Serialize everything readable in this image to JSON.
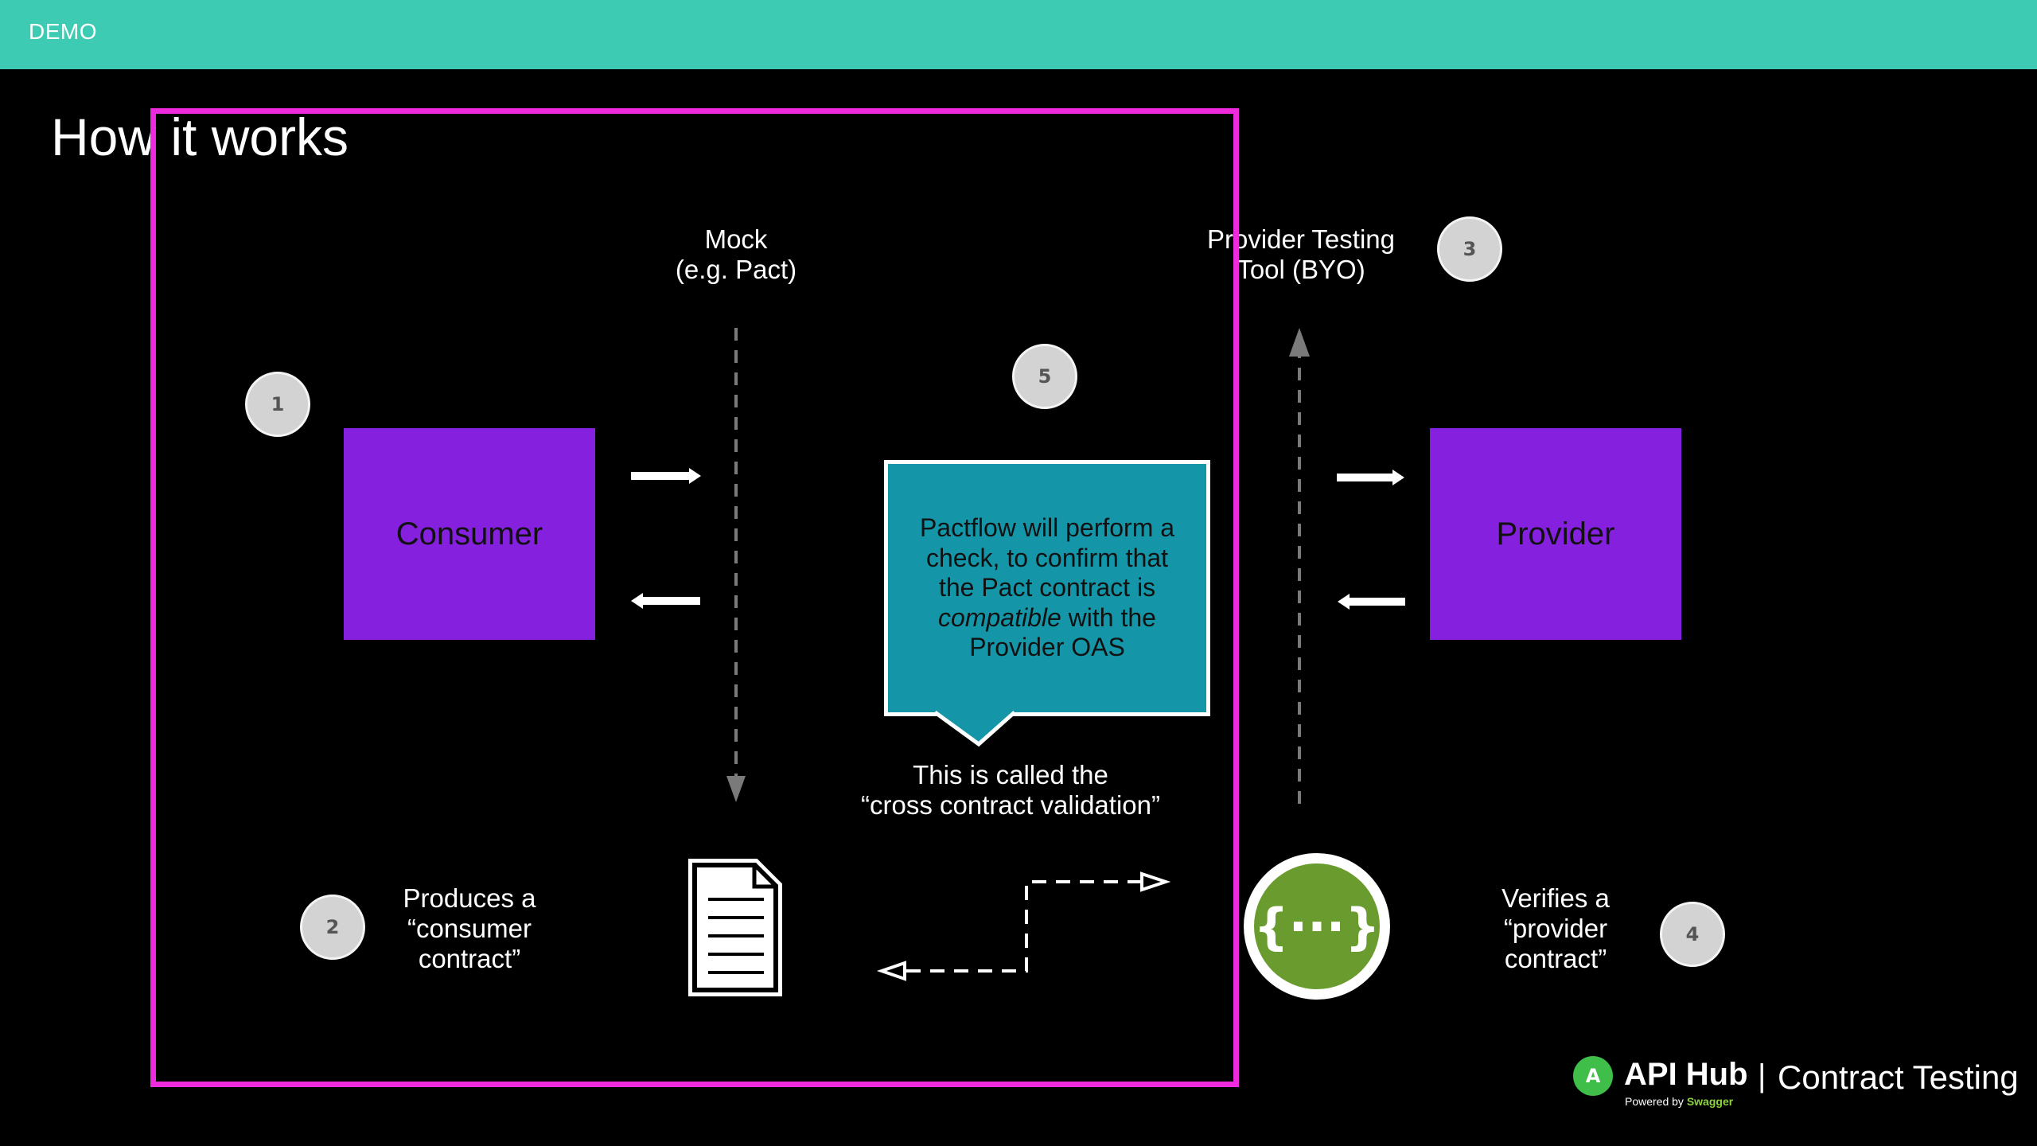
{
  "topbar": {
    "label": "DEMO",
    "color": "#3ecbb3"
  },
  "title": "How it works",
  "colors": {
    "box": "#8420de",
    "callout": "#1596a8",
    "highlight": "#ee2bdc",
    "badge": "#d3d3d3",
    "swagger": "#6a9b2e"
  },
  "diagram": {
    "mock_label": {
      "line1": "Mock",
      "line2": "(e.g. Pact)"
    },
    "provider_tool_label": {
      "line1": "Provider Testing",
      "line2": "Tool (BYO)"
    },
    "consumer": "Consumer",
    "provider": "Provider",
    "badges": {
      "one": "1",
      "two": "2",
      "three": "3",
      "four": "4",
      "five": "5"
    },
    "callout": {
      "line1": "Pactflow will perform a",
      "line2": "check, to confirm that",
      "line3": "the Pact contract is",
      "italic": "compatible",
      "line4_rest": " with the",
      "line5": "Provider OAS"
    },
    "cross_validation": {
      "line1": "This is called the",
      "line2": "“cross contract validation”"
    },
    "produces": {
      "line1": "Produces a",
      "line2": "“consumer",
      "line3": "contract”"
    },
    "verifies": {
      "line1": "Verifies a",
      "line2": "“provider",
      "line3": "contract”"
    },
    "document_icon": "document-icon",
    "swagger_icon": {
      "name": "swagger-braces-icon",
      "glyph": "{···}"
    }
  },
  "branding": {
    "mark": "A",
    "name": "API Hub",
    "powered_prefix": "Powered by ",
    "powered_brand": "Swagger",
    "separator": "|",
    "product": "Contract Testing"
  }
}
